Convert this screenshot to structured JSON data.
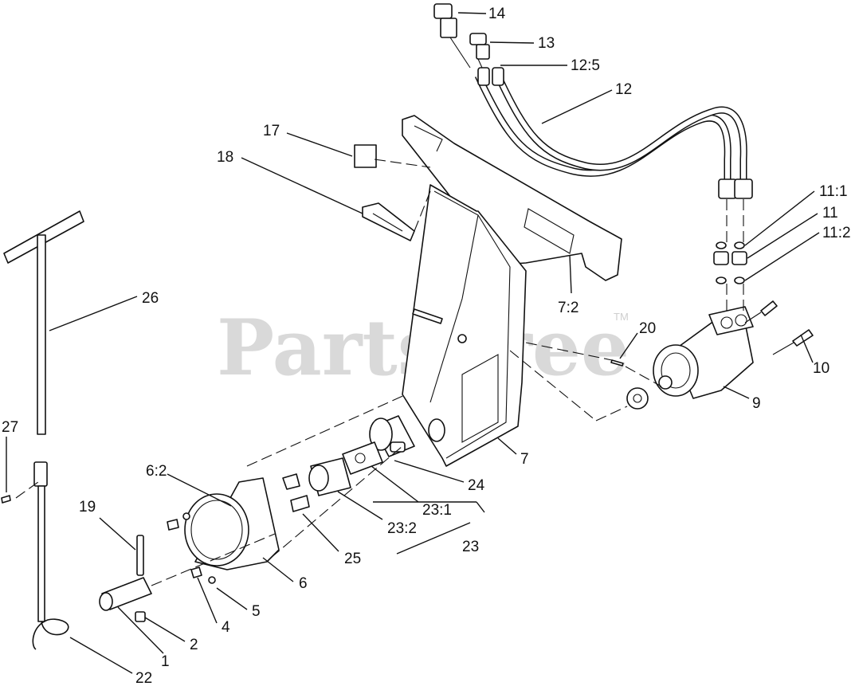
{
  "watermark": {
    "text": "PartsTree",
    "tm": "TM"
  },
  "callouts": {
    "c14": "14",
    "c13": "13",
    "c12_5": "12:5",
    "c12": "12",
    "c17": "17",
    "c18": "18",
    "c11_1": "11:1",
    "c11": "11",
    "c11_2": "11:2",
    "c26": "26",
    "c7_2": "7:2",
    "c20": "20",
    "c10": "10",
    "c9": "9",
    "c27": "27",
    "c6_2": "6:2",
    "c7": "7",
    "c24": "24",
    "c19": "19",
    "c23_1": "23:1",
    "c23_2": "23:2",
    "c23": "23",
    "c25": "25",
    "c6": "6",
    "c5": "5",
    "c4": "4",
    "c2": "2",
    "c1": "1",
    "c22": "22"
  }
}
